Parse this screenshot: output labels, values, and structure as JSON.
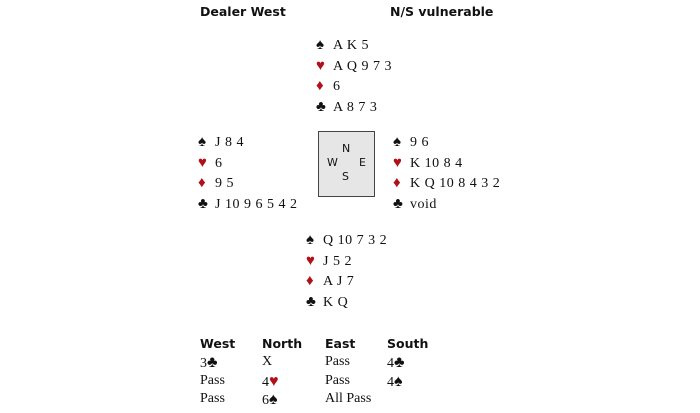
{
  "header": {
    "dealer": "Dealer West",
    "vulnerability": "N/S vulnerable"
  },
  "suits": {
    "spades": "♠",
    "hearts": "♥",
    "diamonds": "♦",
    "clubs": "♣"
  },
  "colors": {
    "red": "#b01018",
    "black": "#111111"
  },
  "hands": {
    "north": {
      "spades": "A K 5",
      "hearts": "A Q 9 7 3",
      "diamonds": "6",
      "clubs": "A 8 7 3"
    },
    "west": {
      "spades": "J 8 4",
      "hearts": "6",
      "diamonds": "9 5",
      "clubs": "J 10 9 6 5 4 2"
    },
    "east": {
      "spades": "9 6",
      "hearts": "K 10 8 4",
      "diamonds": "K Q 10 8 4 3 2",
      "clubs": "void"
    },
    "south": {
      "spades": "Q 10 7 3 2",
      "hearts": "J 5 2",
      "diamonds": "A J 7",
      "clubs": "K Q"
    }
  },
  "compass": {
    "n": "N",
    "s": "S",
    "e": "E",
    "w": "W"
  },
  "auction": {
    "headers": [
      "West",
      "North",
      "East",
      "South"
    ],
    "columns": [
      [
        {
          "t": "3",
          "suit": "♣",
          "red": false
        },
        {
          "t": "Pass",
          "suit": "",
          "red": false
        },
        {
          "t": "Pass",
          "suit": "",
          "red": false
        }
      ],
      [
        {
          "t": "X",
          "suit": "",
          "red": false
        },
        {
          "t": "4",
          "suit": "♥",
          "red": true
        },
        {
          "t": "6",
          "suit": "♠",
          "red": false
        }
      ],
      [
        {
          "t": "Pass",
          "suit": "",
          "red": false
        },
        {
          "t": "Pass",
          "suit": "",
          "red": false
        },
        {
          "t": "All Pass",
          "suit": "",
          "red": false
        }
      ],
      [
        {
          "t": "4",
          "suit": "♣",
          "red": false
        },
        {
          "t": "4",
          "suit": "♠",
          "red": false
        }
      ]
    ]
  }
}
